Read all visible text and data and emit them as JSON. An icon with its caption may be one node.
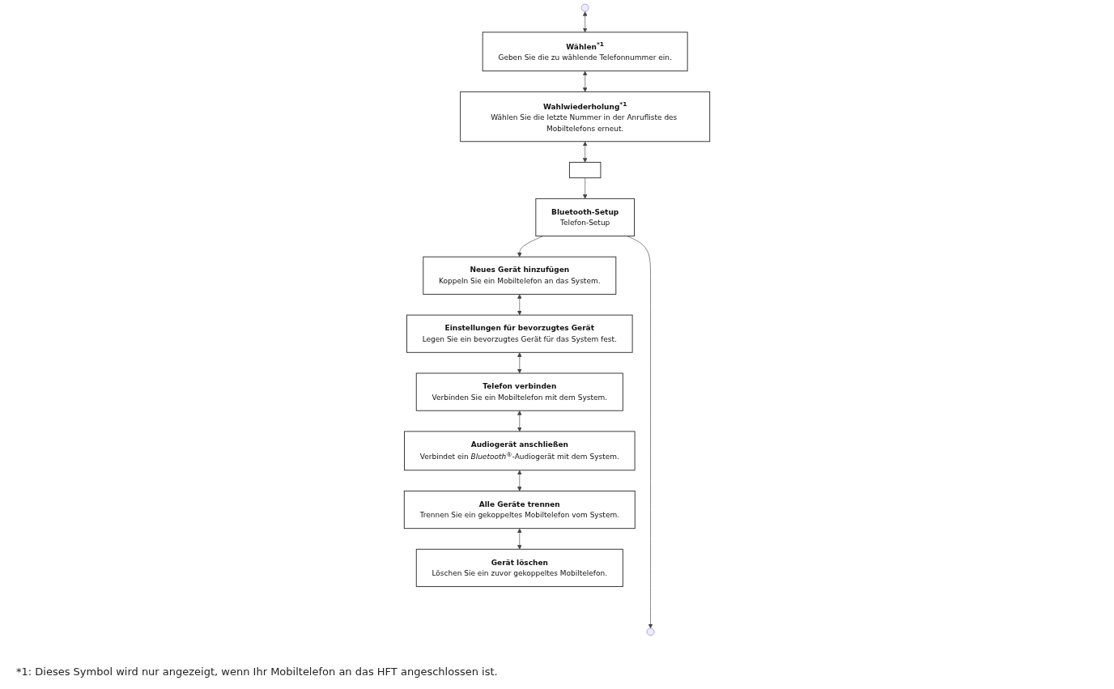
{
  "diagram": {
    "nodes": [
      {
        "text": [
          "Wählen$^{*1}$",
          "Geben Sie die zu wählende Telefonnummer ein."
        ]
      },
      {
        "text": [
          "Wahlwiederholung$^{*1}$",
          "Wählen Sie die letzte Nummer in der Anrufliste des Mobiltelefons erneut."
        ]
      },
      {
        "text": [],
        "shape": "box"
      },
      {
        "text": [
          "Bluetooth-Setup",
          "Telefon-Setup"
        ]
      },
      {
        "text": [
          "Neues Gerät hinzufügen",
          "Koppeln Sie ein Mobiltelefon an das System."
        ]
      },
      {
        "text": [
          "Einstellungen für bevorzugtes Gerät",
          "Legen Sie ein bevorzugtes Gerät für das System fest."
        ]
      },
      {
        "text": [
          "Telefon verbinden",
          "Verbinden Sie ein Mobiltelefon mit dem System."
        ]
      },
      {
        "text": [
          "Audiogerät anschließen",
          "Verbindet ein *Bluetooth*$^{®}$-Audiogerät mit dem System."
        ]
      },
      {
        "text": [
          "Alle Geräte trennen",
          "Trennen Sie ein gekoppeltes Mobiltelefon vom System."
        ]
      },
      {
        "text": [
          "Gerät löschen",
          "Löschen Sie ein zuvor gekoppeltes Mobiltelefon."
        ]
      }
    ],
    "edges": [
      {
        "from": null,
        "to": 0,
        "arrow": "both"
      },
      {
        "from": 0,
        "to": 1,
        "arrow": "both"
      },
      {
        "from": 1,
        "to": 2,
        "arrow": "both"
      },
      {
        "from": 2,
        "to": 3,
        "arrow": "to"
      },
      {
        "from": 3,
        "to": 4,
        "arrow": "to"
      },
      {
        "from": 4,
        "to": 5,
        "arrow": "both"
      },
      {
        "from": 5,
        "to": 6,
        "arrow": "both"
      },
      {
        "from": 6,
        "to": 7,
        "arrow": "both"
      },
      {
        "from": 7,
        "to": 8,
        "arrow": "both"
      },
      {
        "from": 8,
        "to": 9,
        "arrow": "both"
      },
      {
        "from": 3,
        "to": null,
        "arrow": "to"
      }
    ],
    "labels": [
      "*1: Dieses Symbol wird nur angezeigt, wenn Ihr Mobiltelefon an das HFT angeschlossen ist."
    ]
  }
}
